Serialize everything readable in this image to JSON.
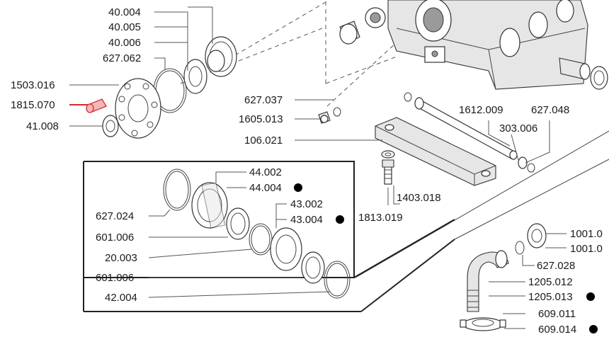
{
  "diagram": {
    "accent_color": "#d62b2b",
    "bullet_marker": "black-dot-icon",
    "callouts": [
      {
        "id": "c-40004",
        "text": "40.004",
        "bullet": false
      },
      {
        "id": "c-40005",
        "text": "40.005",
        "bullet": false
      },
      {
        "id": "c-40006",
        "text": "40.006",
        "bullet": false
      },
      {
        "id": "c-627062",
        "text": "627.062",
        "bullet": false
      },
      {
        "id": "c-1503016",
        "text": "1503.016",
        "bullet": false
      },
      {
        "id": "c-1815070",
        "text": "1815.070",
        "bullet": false,
        "highlighted": true
      },
      {
        "id": "c-41008",
        "text": "41.008",
        "bullet": false
      },
      {
        "id": "c-627037",
        "text": "627.037",
        "bullet": false
      },
      {
        "id": "c-1605013",
        "text": "1605.013",
        "bullet": false
      },
      {
        "id": "c-106021",
        "text": "106.021",
        "bullet": false
      },
      {
        "id": "c-1612009",
        "text": "1612.009",
        "bullet": false
      },
      {
        "id": "c-627048",
        "text": "627.048",
        "bullet": false
      },
      {
        "id": "c-303006",
        "text": "303.006",
        "bullet": false
      },
      {
        "id": "c-44002",
        "text": "44.002",
        "bullet": false
      },
      {
        "id": "c-44004",
        "text": "44.004",
        "bullet": true
      },
      {
        "id": "c-43002",
        "text": "43.002",
        "bullet": false
      },
      {
        "id": "c-43004",
        "text": "43.004",
        "bullet": true
      },
      {
        "id": "c-627024",
        "text": "627.024",
        "bullet": false
      },
      {
        "id": "c-601006a",
        "text": "601.006",
        "bullet": false
      },
      {
        "id": "c-20003",
        "text": "20.003",
        "bullet": false
      },
      {
        "id": "c-601006b",
        "text": "601.006",
        "bullet": false
      },
      {
        "id": "c-42004",
        "text": "42.004",
        "bullet": false
      },
      {
        "id": "c-1403018",
        "text": "1403.018",
        "bullet": false
      },
      {
        "id": "c-1813019",
        "text": "1813.019",
        "bullet": false
      },
      {
        "id": "c-1001a",
        "text": "1001.0",
        "bullet": false
      },
      {
        "id": "c-1001b",
        "text": "1001.0",
        "bullet": false
      },
      {
        "id": "c-627028",
        "text": "627.028",
        "bullet": false
      },
      {
        "id": "c-1205012",
        "text": "1205.012",
        "bullet": false
      },
      {
        "id": "c-1205013",
        "text": "1205.013",
        "bullet": true
      },
      {
        "id": "c-609011",
        "text": "609.011",
        "bullet": false
      },
      {
        "id": "c-609014",
        "text": "609.014",
        "bullet": true
      }
    ]
  }
}
